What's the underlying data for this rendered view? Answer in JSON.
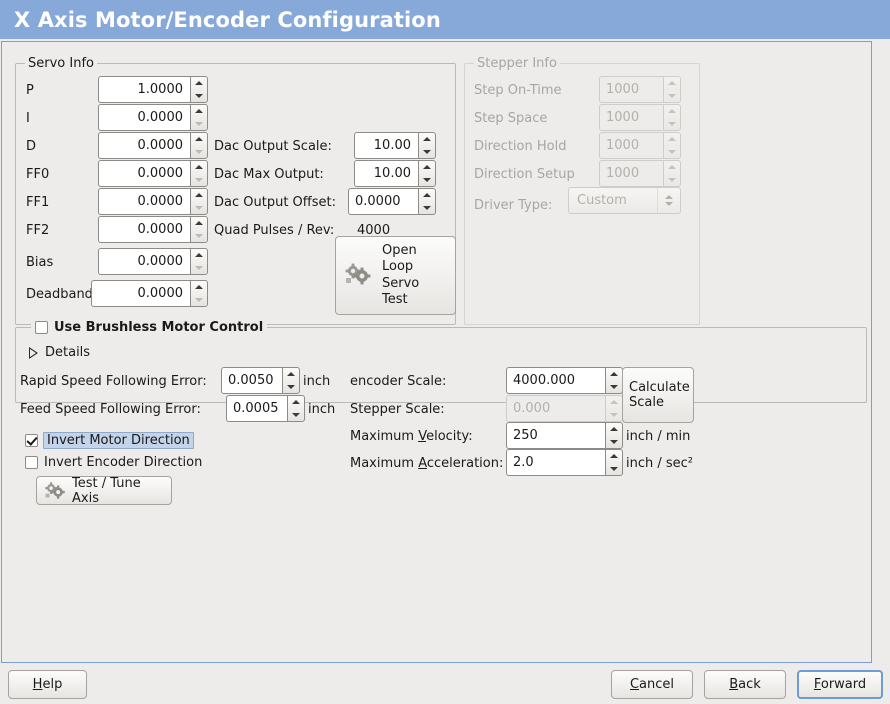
{
  "window": {
    "title": "X Axis Motor/Encoder Configuration",
    "titlebar_color": "#86a9d9",
    "background_color": "#edecea",
    "panel_border_color": "#7b9fd1"
  },
  "servo_info": {
    "legend": "Servo Info",
    "rows": [
      {
        "label": "P",
        "value": "1.0000"
      },
      {
        "label": "I",
        "value": "0.0000"
      },
      {
        "label": "D",
        "value": "0.0000"
      },
      {
        "label": "FF0",
        "value": "0.0000"
      },
      {
        "label": "FF1",
        "value": "0.0000"
      },
      {
        "label": "FF2",
        "value": "0.0000"
      },
      {
        "label": "Bias",
        "value": "0.0000"
      },
      {
        "label": "Deadband",
        "value": "0.0000"
      }
    ]
  },
  "dac": {
    "output_scale_label": "Dac Output Scale:",
    "output_scale_value": "10.00",
    "max_output_label": "Dac Max Output:",
    "max_output_value": "10.00",
    "output_offset_label": "Dac Output Offset:",
    "output_offset_value": "0.0000",
    "quad_pulses_label": "Quad Pulses / Rev:",
    "quad_pulses_value": "4000",
    "open_loop_button": "Open\nLoop\nServo\nTest",
    "open_loop_lines": [
      "Open",
      "Loop",
      "Servo",
      "Test"
    ]
  },
  "stepper_info": {
    "legend": "Stepper Info",
    "enabled": false,
    "rows": [
      {
        "label": "Step On-Time",
        "value": "1000"
      },
      {
        "label": "Step Space",
        "value": "1000"
      },
      {
        "label": "Direction Hold",
        "value": "1000"
      },
      {
        "label": "Direction Setup",
        "value": "1000"
      }
    ],
    "driver_type_label": "Driver Type:",
    "driver_type_value": "Custom"
  },
  "brushless": {
    "checkbox_label": "Use Brushless Motor Control",
    "checked": false,
    "details_label": "Details",
    "details_expanded": false
  },
  "tuning": {
    "rapid_error_label": "Rapid Speed Following Error:",
    "rapid_error_value": "0.0050",
    "rapid_error_unit": "inch",
    "feed_error_label": "Feed Speed Following Error:",
    "feed_error_value": "0.0005",
    "feed_error_unit": "inch",
    "invert_motor_label": "Invert Motor Direction",
    "invert_motor_checked": true,
    "invert_motor_focused": true,
    "invert_encoder_label": "Invert Encoder Direction",
    "invert_encoder_checked": false,
    "test_tune_button": "Test / Tune Axis"
  },
  "scales": {
    "encoder_scale_label": "encoder Scale:",
    "encoder_scale_value": "4000.000",
    "stepper_scale_label": "Stepper Scale:",
    "stepper_scale_value": "0.000",
    "stepper_scale_enabled": false,
    "calculate_scale_lines": [
      "Calculate",
      "Scale"
    ],
    "max_velocity_label_pre": "Maximum ",
    "max_velocity_label_key": "V",
    "max_velocity_label_post": "elocity:",
    "max_velocity_value": "250",
    "max_velocity_unit": "inch / min",
    "max_accel_label_pre": "Maximum ",
    "max_accel_label_key": "A",
    "max_accel_label_post": "cceleration:",
    "max_accel_value": "2.0",
    "max_accel_unit": "inch / sec²"
  },
  "footer": {
    "help": {
      "pre": "",
      "key": "H",
      "post": "elp"
    },
    "cancel": {
      "pre": "",
      "key": "C",
      "post": "ancel"
    },
    "back": {
      "pre": "",
      "key": "B",
      "post": "ack"
    },
    "forward": {
      "pre": "",
      "key": "F",
      "post": "orward",
      "focused": true
    }
  },
  "icons": {
    "gears": "gears-icon",
    "expander": "triangle-right-icon"
  }
}
